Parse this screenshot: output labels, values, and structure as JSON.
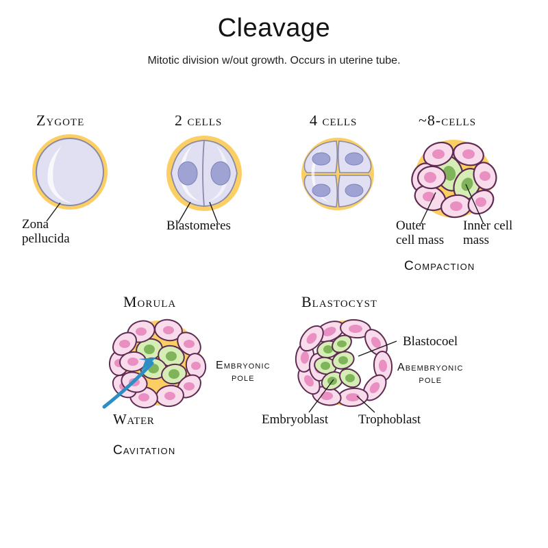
{
  "header": {
    "title": "Cleavage",
    "subtitle": "Mitotic division w/out growth. Occurs in uterine tube."
  },
  "colors": {
    "zona_pellucida": "#F8C955",
    "zona_fill": "#FBCF63",
    "cell_lavender": "#E0E0F2",
    "cell_membrane": "#8A8AA8",
    "nucleus_blue": "#9FA3D4",
    "nucleus_blue_outline": "#7B7FB8",
    "outer_cell_pink": "#F8DCEC",
    "outer_cell_outline": "#5E2B52",
    "nucleus_pink": "#E98FC2",
    "inner_cell_green": "#D7EDB6",
    "inner_cell_outline": "#5E2B52",
    "nucleus_green": "#7FB45A",
    "water_arrow": "#2B8FC4",
    "leader_line": "#1a1a1a",
    "background": "#FFFFFF",
    "text": "#101010"
  },
  "stages": {
    "zygote": {
      "title": "Zygote",
      "labels": {
        "zona": "Zona\npellucida",
        "zona_line1": "Zona",
        "zona_line2": "pellucida"
      }
    },
    "two_cells": {
      "title": "2 cells",
      "labels": {
        "blastomeres": "Blastomeres"
      },
      "cell_count": 2
    },
    "four_cells": {
      "title": "4 cells",
      "cell_count": 4
    },
    "eight_cells": {
      "title": "~8-cells",
      "process": "Compaction",
      "labels": {
        "outer_line1": "Outer",
        "outer_line2": "cell mass",
        "inner_line1": "Inner cell",
        "inner_line2": "mass"
      },
      "outer_cell_count": 8,
      "inner_cell_count": 2
    },
    "morula": {
      "title": "Morula",
      "process": "Cavitation",
      "labels": {
        "water": "Water"
      },
      "outer_cell_count": 12,
      "inner_cell_count": 4
    },
    "blastocyst": {
      "title": "Blastocyst",
      "labels": {
        "blastocoel": "Blastocoel",
        "embryoblast": "Embryoblast",
        "trophoblast": "Trophoblast",
        "embryonic_pole_line1": "Embryonic",
        "embryonic_pole_line2": "pole",
        "abembryonic_pole_line1": "Abembryonic",
        "abembryonic_pole_line2": "pole"
      },
      "trophoblast_cell_count": 11,
      "embryoblast_cell_count": 6
    }
  }
}
